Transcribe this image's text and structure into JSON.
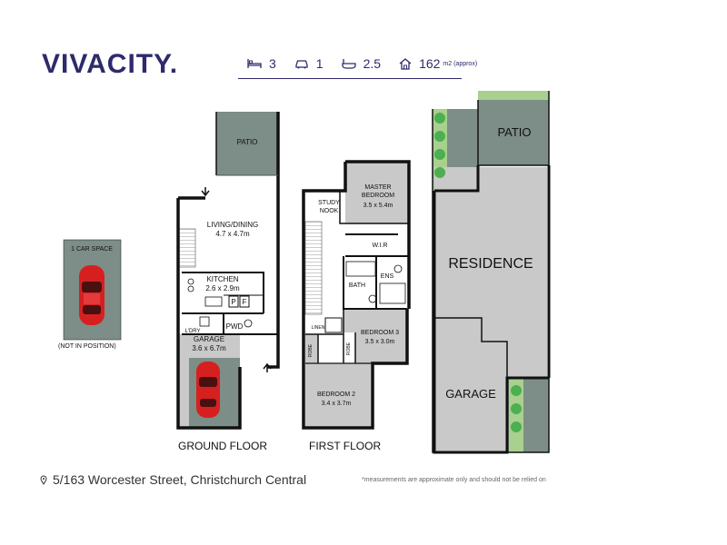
{
  "brand": {
    "logo_text": "VIVACITY."
  },
  "stats": {
    "bedrooms": "3",
    "carparks": "1",
    "bathrooms": "2.5",
    "area": "162",
    "area_unit": "m2 (approx)",
    "icons": [
      "bed-icon",
      "car-icon",
      "bath-icon",
      "house-icon"
    ]
  },
  "ground_floor": {
    "label": "GROUND FLOOR",
    "rooms": {
      "patio": "PATIO",
      "living_name": "LIVING/DINING",
      "living_dim": "4.7 x 4.7m",
      "kitchen_name": "KITCHEN",
      "kitchen_dim": "2.6 x 2.9m",
      "pantry_p": "P",
      "fridge_f": "F",
      "laundry": "L'DRY",
      "powder": "PWD",
      "garage_name": "GARAGE",
      "garage_dim": "3.6 x 6.7m"
    }
  },
  "first_floor": {
    "label": "FIRST FLOOR",
    "rooms": {
      "study": "STUDY",
      "nook": "NOOK",
      "master_name": "MASTER",
      "master_name2": "BEDROOM",
      "master_dim": "3.5 x 5.4m",
      "wir": "W.I.R",
      "bath": "BATH",
      "ens": "ENS",
      "bed3_name": "BEDROOM 3",
      "bed3_dim": "3.5 x 3.0m",
      "linen": "LINEN",
      "robe_left": "ROBE",
      "robe_right": "ROBE",
      "bed2_name": "BEDROOM 2",
      "bed2_dim": "3.4 x 3.7m"
    }
  },
  "car_space": {
    "label": "1 CAR SPACE",
    "note": "(NOT IN POSITION)"
  },
  "site_plan": {
    "patio": "PATIO",
    "residence": "RESIDENCE",
    "garage": "GARAGE"
  },
  "footer": {
    "address": "5/163 Worcester Street, Christchurch Central",
    "disclaimer": "*measurements are approximate only and should not be relied on"
  },
  "colors": {
    "brand": "#2e2a6b",
    "wall": "#111111",
    "grey_room": "#c9c9c9",
    "dark_grey": "#7a8a84",
    "lawn": "#a9d08e",
    "car_red": "#d62020"
  }
}
